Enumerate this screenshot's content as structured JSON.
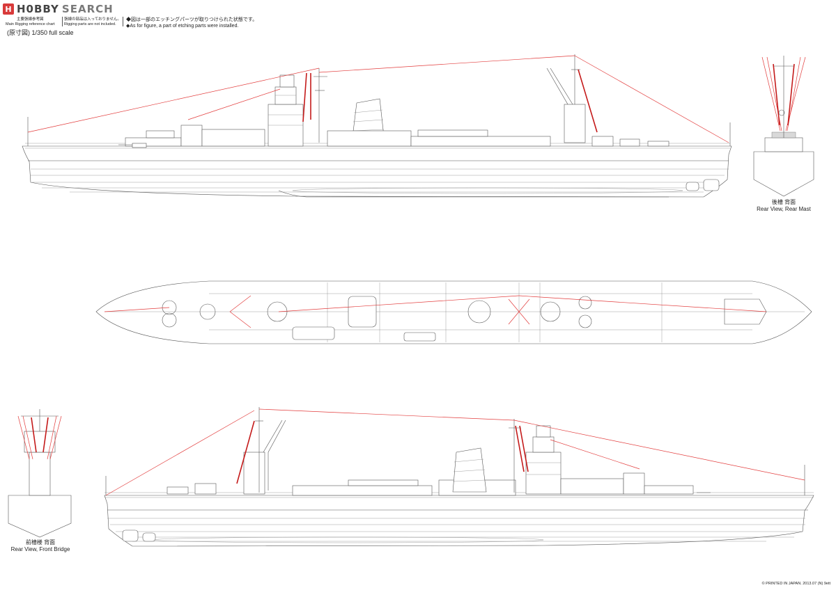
{
  "header": {
    "logo_mark": "H",
    "logo_text_1": "H0BBY",
    "logo_text_2": "SEARCH",
    "chart_jp": "主要張線参考図",
    "chart_en": "Main Rigging reference chart",
    "rigging_jp": "張線の部品は入っておりません。",
    "rigging_en": "Rigging parts are not included.",
    "etching_jp": "◆図は一部のエッチングパーツが取りつけられた状態です。",
    "etching_en": "◆As for figure, a part of etching parts were installed.",
    "scale_jp": "(原寸図)",
    "scale_en": "1/350 full scale"
  },
  "captions": {
    "rear_mast_jp": "後檣 背面",
    "rear_mast_en": "Rear View, Rear Mast",
    "front_bridge_jp": "前檣楼 背面",
    "front_bridge_en": "Rear View, Front Bridge"
  },
  "footer": {
    "printed": "© PRINTED IN JAPAN. 2013.07 (N) 9ett"
  },
  "colors": {
    "rigging": "#e23b3b",
    "rigging_bold": "#c41a1a",
    "line": "#555555",
    "logo": "#d83a3a"
  }
}
